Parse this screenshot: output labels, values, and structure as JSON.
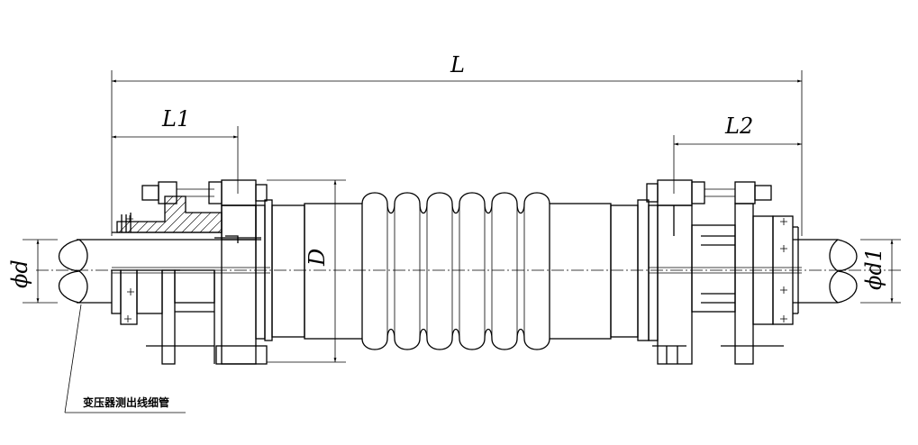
{
  "dimensions": {
    "overall_length": "L",
    "left_length": "L1",
    "right_length": "L2",
    "bellows_diameter": "D",
    "left_pipe_diameter": "ϕd",
    "right_pipe_diameter": "ϕd1"
  },
  "note": "变压器测出线细管"
}
